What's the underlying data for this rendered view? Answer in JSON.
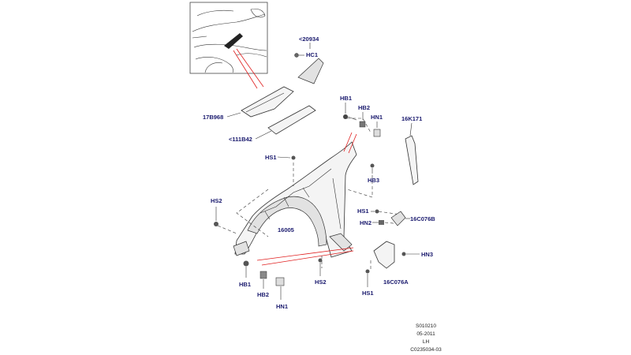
{
  "labels": {
    "l20934": "<20934",
    "hc1": "HC1",
    "l17b968": "17B968",
    "l111b42": "<111B42",
    "hb1_top": "HB1",
    "hb2_top": "HB2",
    "hn1_top": "HN1",
    "l16k171": "16K171",
    "hs1_left": "HS1",
    "hb3": "HB3",
    "hs2_left": "HS2",
    "l16005": "16005",
    "hs1_right": "HS1",
    "hn2": "HN2",
    "l16c076b": "16C076B",
    "hn3": "HN3",
    "hb1_bottom": "HB1",
    "hb2_bottom": "HB2",
    "hn1_bottom": "HN1",
    "hs2_bottom": "HS2",
    "hs1_bottom": "HS1",
    "l16c076a": "16C076A"
  },
  "footer": {
    "line1": "S010210",
    "line2": "05-2011",
    "line3": "LH",
    "line4": "C0235034-03"
  }
}
